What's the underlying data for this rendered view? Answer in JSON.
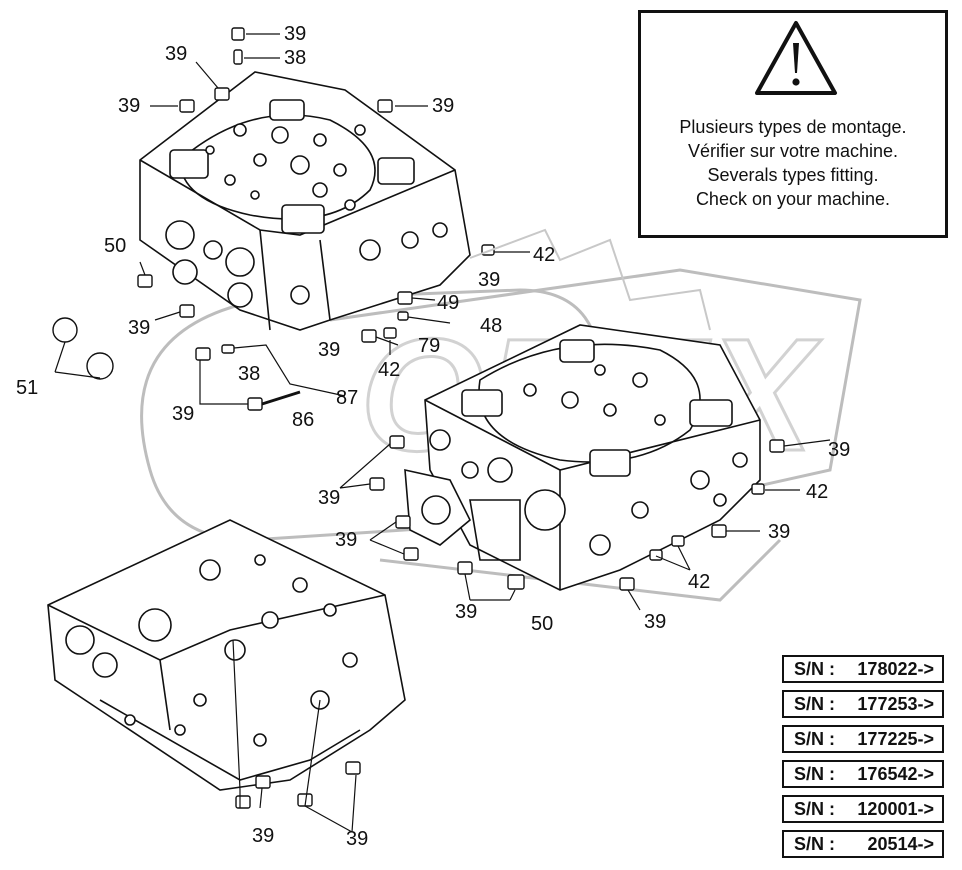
{
  "warning": {
    "icon": "warning-triangle-icon",
    "lines": [
      "Plusieurs types de montage.",
      "Vérifier sur votre machine.",
      "Severals types fitting.",
      "Check on your machine."
    ]
  },
  "serial_numbers": [
    {
      "label": "S/N :",
      "value": "178022->"
    },
    {
      "label": "S/N :",
      "value": "177253->"
    },
    {
      "label": "S/N :",
      "value": "177225->"
    },
    {
      "label": "S/N :",
      "value": "176542->"
    },
    {
      "label": "S/N :",
      "value": "120001->"
    },
    {
      "label": "S/N :",
      "value": "20514->"
    }
  ],
  "callouts": [
    "39",
    "38",
    "39",
    "39",
    "39",
    "42",
    "50",
    "39",
    "49",
    "39",
    "48",
    "51",
    "39",
    "79",
    "42",
    "38",
    "87",
    "39",
    "86",
    "39",
    "42",
    "39",
    "39",
    "39",
    "42",
    "39",
    "50",
    "39",
    "39",
    "39"
  ],
  "watermark": "OREX"
}
